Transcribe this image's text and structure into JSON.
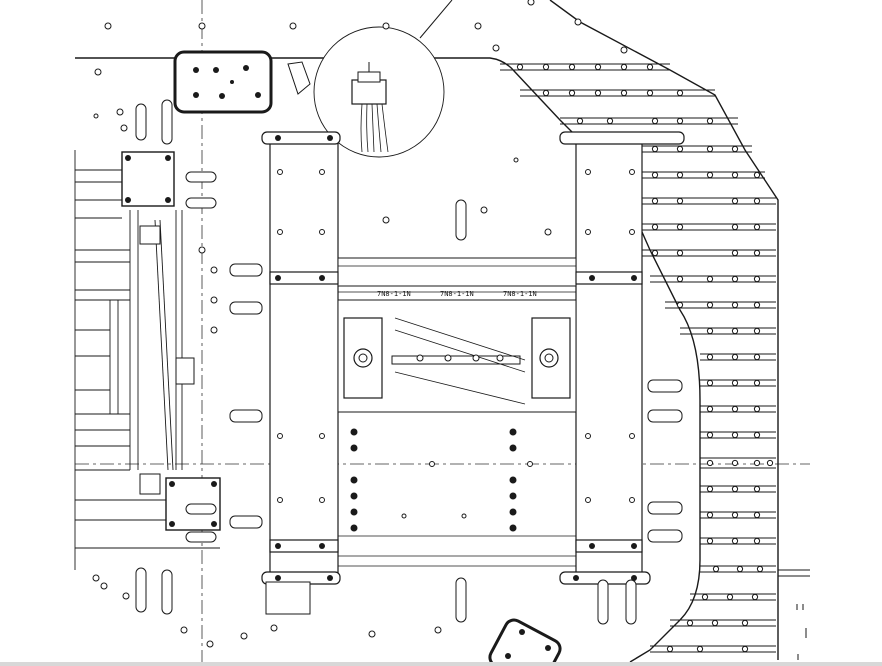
{
  "drawing": {
    "type": "mechanical-plan-view",
    "background_color": "#ffffff",
    "line_color": "#1a1a1a",
    "status_bar_color": "#d8d8d8"
  },
  "part_labels": {
    "label_a": "7N8-1-1N",
    "label_b": "7N8-1-1N",
    "label_c": "7N8-1-1N"
  }
}
